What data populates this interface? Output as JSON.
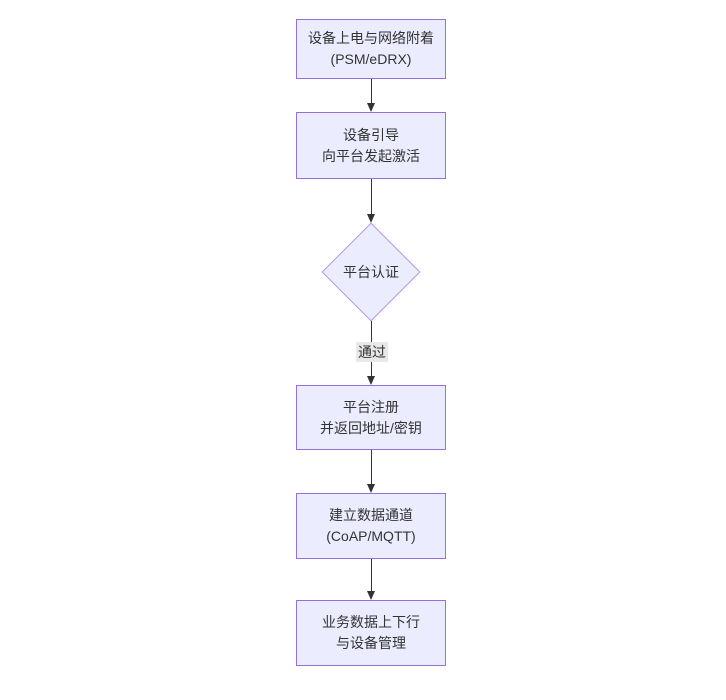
{
  "diagram": {
    "type": "flowchart",
    "direction": "top-down",
    "colors": {
      "background": "#ffffff",
      "node_fill": "#ECECFF",
      "node_border": "#9370DB",
      "text": "#333333",
      "edge": "#333333",
      "edge_label_bg": "#e8e8e8"
    },
    "nodes": [
      {
        "id": "start",
        "shape": "rect",
        "lines": [
          "设备上电与网络附着",
          "(PSM/eDRX)"
        ]
      },
      {
        "id": "bootstrap",
        "shape": "rect",
        "lines": [
          "设备引导",
          "向平台发起激活"
        ]
      },
      {
        "id": "auth",
        "shape": "diamond",
        "lines": [
          "平台认证"
        ]
      },
      {
        "id": "register",
        "shape": "rect",
        "lines": [
          "平台注册",
          "并返回地址/密钥"
        ]
      },
      {
        "id": "channel",
        "shape": "rect",
        "lines": [
          "建立数据通道",
          "(CoAP/MQTT)"
        ]
      },
      {
        "id": "business",
        "shape": "rect",
        "lines": [
          "业务数据上下行",
          "与设备管理"
        ]
      }
    ],
    "edges": [
      {
        "from": "start",
        "to": "bootstrap",
        "label": ""
      },
      {
        "from": "bootstrap",
        "to": "auth",
        "label": ""
      },
      {
        "from": "auth",
        "to": "register",
        "label": "通过"
      },
      {
        "from": "register",
        "to": "channel",
        "label": ""
      },
      {
        "from": "channel",
        "to": "business",
        "label": ""
      }
    ]
  }
}
